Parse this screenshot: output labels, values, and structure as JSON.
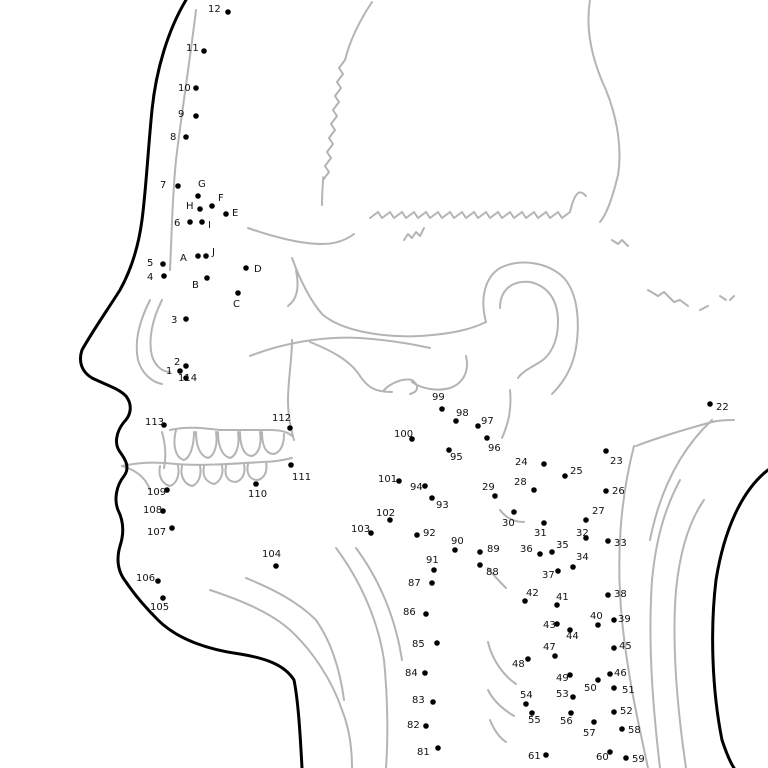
{
  "colors": {
    "outline": "#000000",
    "guide": "#b4b4b4",
    "dot": "#000000",
    "label": "#111111"
  },
  "dots": [
    {
      "label": "12"
    },
    {
      "label": "11"
    },
    {
      "label": "10"
    },
    {
      "label": "9"
    },
    {
      "label": "8"
    },
    {
      "label": "7"
    },
    {
      "label": "G"
    },
    {
      "label": "H"
    },
    {
      "label": "F"
    },
    {
      "label": "E"
    },
    {
      "label": "6"
    },
    {
      "label": "I"
    },
    {
      "label": "5"
    },
    {
      "label": "A"
    },
    {
      "label": "J"
    },
    {
      "label": "D"
    },
    {
      "label": "4"
    },
    {
      "label": "B"
    },
    {
      "label": "C"
    },
    {
      "label": "3"
    },
    {
      "label": "2"
    },
    {
      "label": "1"
    },
    {
      "label": "114"
    },
    {
      "label": "113"
    },
    {
      "label": "112"
    },
    {
      "label": "111"
    },
    {
      "label": "110"
    },
    {
      "label": "109"
    },
    {
      "label": "108"
    },
    {
      "label": "107"
    },
    {
      "label": "106"
    },
    {
      "label": "105"
    },
    {
      "label": "104"
    },
    {
      "label": "103"
    },
    {
      "label": "102"
    },
    {
      "label": "101"
    },
    {
      "label": "100"
    },
    {
      "label": "99"
    },
    {
      "label": "98"
    },
    {
      "label": "97"
    },
    {
      "label": "96"
    },
    {
      "label": "95"
    },
    {
      "label": "94"
    },
    {
      "label": "93"
    },
    {
      "label": "92"
    },
    {
      "label": "91"
    },
    {
      "label": "90"
    },
    {
      "label": "89"
    },
    {
      "label": "88"
    },
    {
      "label": "87"
    },
    {
      "label": "86"
    },
    {
      "label": "85"
    },
    {
      "label": "84"
    },
    {
      "label": "83"
    },
    {
      "label": "82"
    },
    {
      "label": "81"
    },
    {
      "label": "24"
    },
    {
      "label": "25"
    },
    {
      "label": "23"
    },
    {
      "label": "22"
    },
    {
      "label": "29"
    },
    {
      "label": "28"
    },
    {
      "label": "26"
    },
    {
      "label": "27"
    },
    {
      "label": "30"
    },
    {
      "label": "31"
    },
    {
      "label": "32"
    },
    {
      "label": "33"
    },
    {
      "label": "36"
    },
    {
      "label": "35"
    },
    {
      "label": "34"
    },
    {
      "label": "37"
    },
    {
      "label": "42"
    },
    {
      "label": "41"
    },
    {
      "label": "38"
    },
    {
      "label": "40"
    },
    {
      "label": "39"
    },
    {
      "label": "43"
    },
    {
      "label": "44"
    },
    {
      "label": "45"
    },
    {
      "label": "47"
    },
    {
      "label": "48"
    },
    {
      "label": "46"
    },
    {
      "label": "49"
    },
    {
      "label": "50"
    },
    {
      "label": "51"
    },
    {
      "label": "54"
    },
    {
      "label": "53"
    },
    {
      "label": "52"
    },
    {
      "label": "55"
    },
    {
      "label": "56"
    },
    {
      "label": "57"
    },
    {
      "label": "58"
    },
    {
      "label": "61"
    },
    {
      "label": "60"
    },
    {
      "label": "59"
    }
  ]
}
